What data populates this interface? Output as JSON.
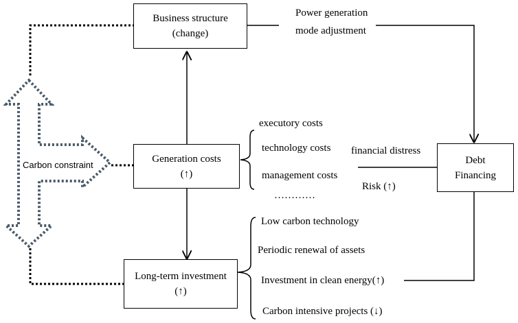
{
  "nodes": {
    "business": {
      "line1": "Business structure",
      "line2": "(change)"
    },
    "generation": {
      "line1": "Generation costs",
      "line2": "(↑)"
    },
    "investment": {
      "line1": "Long-term investment",
      "line2": "(↑)"
    },
    "debt": {
      "line1": "Debt",
      "line2": "Financing"
    }
  },
  "carbon_constraint": "Carbon constraint",
  "power_mode": {
    "line1": "Power generation",
    "line2": "mode adjustment"
  },
  "cost_items": [
    "executory costs",
    "technology costs",
    "management costs",
    "…………"
  ],
  "financial_distress": "financial distress",
  "risk": "Risk (↑)",
  "investment_items": [
    "Low carbon technology",
    "Periodic renewal of assets",
    "Investment in clean energy(↑)",
    "Carbon intensive projects (↓)"
  ],
  "colors": {
    "line": "#000000",
    "dotted_arrow": "#4a5a6a"
  }
}
